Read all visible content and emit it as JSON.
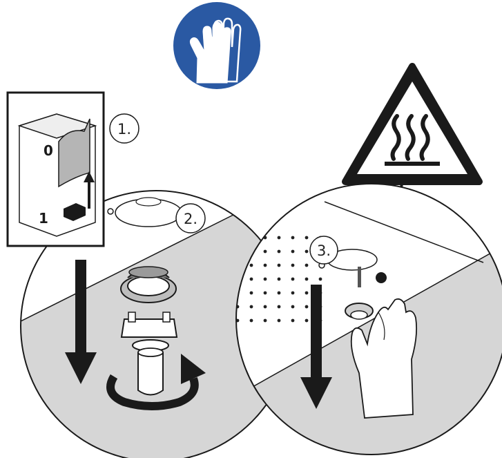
{
  "steps": {
    "step1": "1.",
    "step2": "2.",
    "step3": "3."
  },
  "switch_labels": {
    "off": "0",
    "on": "1"
  },
  "icons": {
    "gloves_sign": "protective-gloves-mandatory-icon",
    "hot_surface_sign": "hot-surface-warning-icon",
    "power_switch": "power-switch-icon",
    "hand": "gloved-hand-icon"
  },
  "colors": {
    "mandatory_blue": "#2a59a3",
    "warning_black": "#1a1a1a",
    "panel_grey": "#d6d6d6",
    "line": "#1a1a1a"
  }
}
